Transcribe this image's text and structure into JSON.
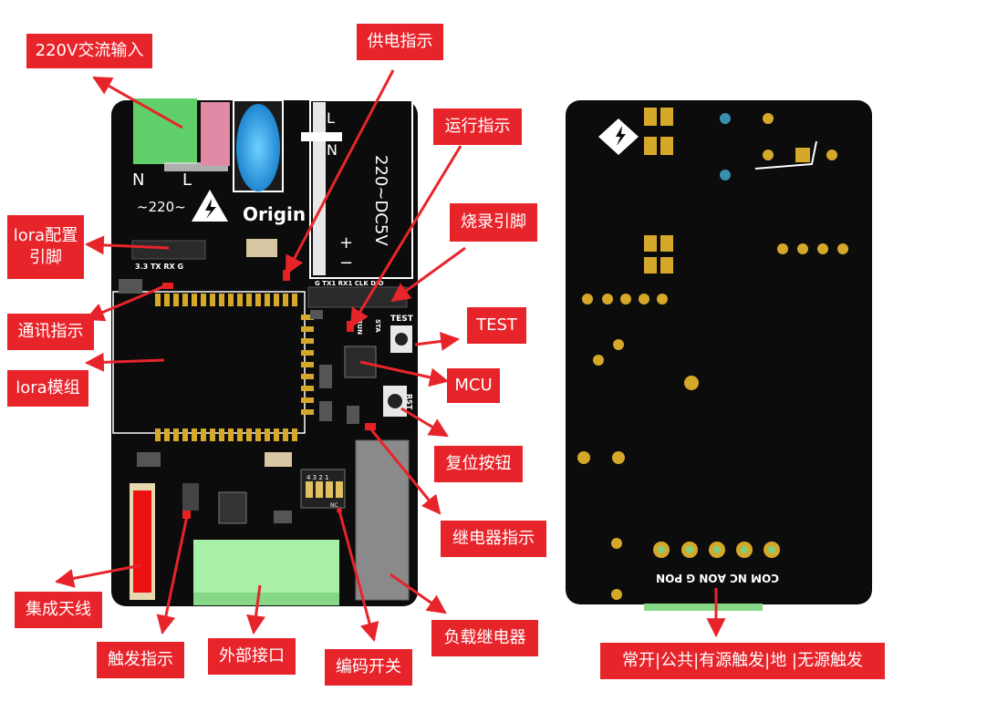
{
  "callouts": {
    "ac_input": "220V交流输入",
    "power_led": "供电指示",
    "run_led": "运行指示",
    "burn_pins": "烧录引脚",
    "lora_cfg_line1": "lora配置",
    "lora_cfg_line2": "引脚",
    "comm_led": "通讯指示",
    "test": "TEST",
    "lora_module": "lora模组",
    "mcu": "MCU",
    "reset_button": "复位按钮",
    "relay_led": "继电器指示",
    "antenna": "集成天线",
    "trigger_led": "触发指示",
    "ext_port": "外部接口",
    "dip_switch": "编码开关",
    "load_relay": "负载继电器",
    "terminals": "常开|公共|有源触发|地 |无源触发"
  },
  "silkscreen": {
    "front": {
      "n": "N",
      "l": "L",
      "ac": "~220~",
      "brand": "Origin",
      "psu_l": "L",
      "psu_n": "N",
      "psu_model": "220~DC5V",
      "plus": "+",
      "minus": "−",
      "lora_pins": "3.3  TX  RX  G",
      "burn_pins": "G  TX1  RX1  CLK  DIO",
      "test": "TEST",
      "rst": "RST",
      "run": "RUN",
      "sta": "STA",
      "dip_nums": "4  3  2  1",
      "dip_nc": "NC"
    },
    "back": {
      "terminals": "COM  NC  AON  G  PON"
    }
  },
  "colors": {
    "callout": "#e8242b",
    "board": "#0c0c0c",
    "terminal_green": "#5fd06a",
    "connector_green": "#a8f0a8",
    "pink": "#e08aa5",
    "blue_cap": "#2fa3e6",
    "gold_pad": "#d6a82a",
    "relay_gray": "#8a8a8a",
    "antenna_red": "#ee1111",
    "arrow": "#e8242b"
  }
}
